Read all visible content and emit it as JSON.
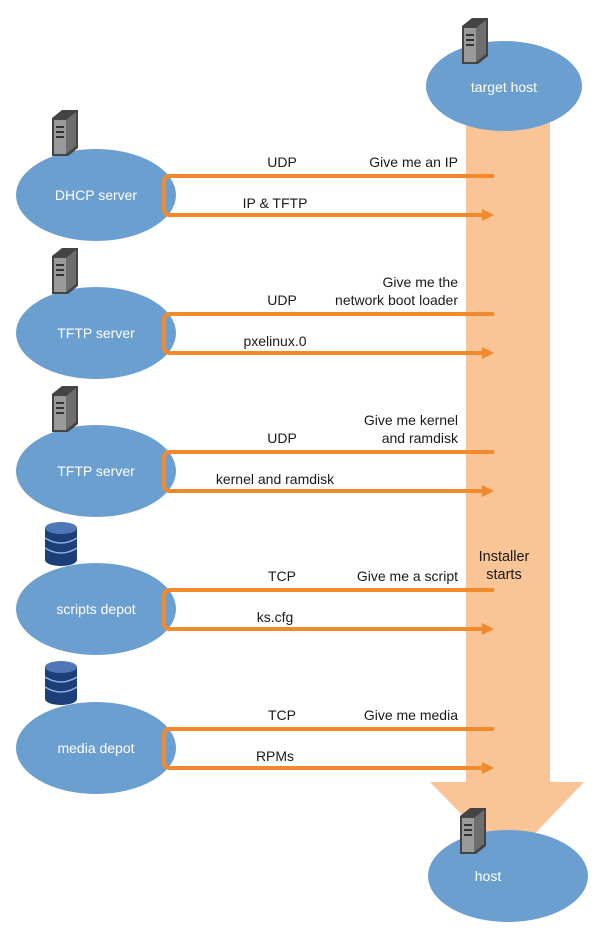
{
  "colors": {
    "ellipse": "#6a9fd0",
    "arrow": "#f28a2c",
    "band": "#f9c597",
    "server_body": "#8e8e8e",
    "db_body": "#1c3f7a"
  },
  "target_host": {
    "label": "target host",
    "icon": "server-icon"
  },
  "host": {
    "label": "host",
    "icon": "server-icon"
  },
  "installer_label": {
    "line1": "Installer",
    "line2": "starts"
  },
  "exchanges": [
    {
      "node": "DHCP server",
      "icon": "server-icon",
      "protocol": "UDP",
      "request": [
        "Give me an IP"
      ],
      "response": "IP & TFTP"
    },
    {
      "node": "TFTP server",
      "icon": "server-icon",
      "protocol": "UDP",
      "request": [
        "Give me the",
        "network boot loader"
      ],
      "response": "pxelinux.0"
    },
    {
      "node": "TFTP server",
      "icon": "server-icon",
      "protocol": "UDP",
      "request": [
        "Give me kernel",
        "and ramdisk"
      ],
      "response": "kernel and ramdisk"
    },
    {
      "node": "scripts depot",
      "icon": "database-icon",
      "protocol": "TCP",
      "request": [
        "Give me a script"
      ],
      "response": "ks.cfg"
    },
    {
      "node": "media depot",
      "icon": "database-icon",
      "protocol": "TCP",
      "request": [
        "Give me media"
      ],
      "response": "RPMs"
    }
  ]
}
